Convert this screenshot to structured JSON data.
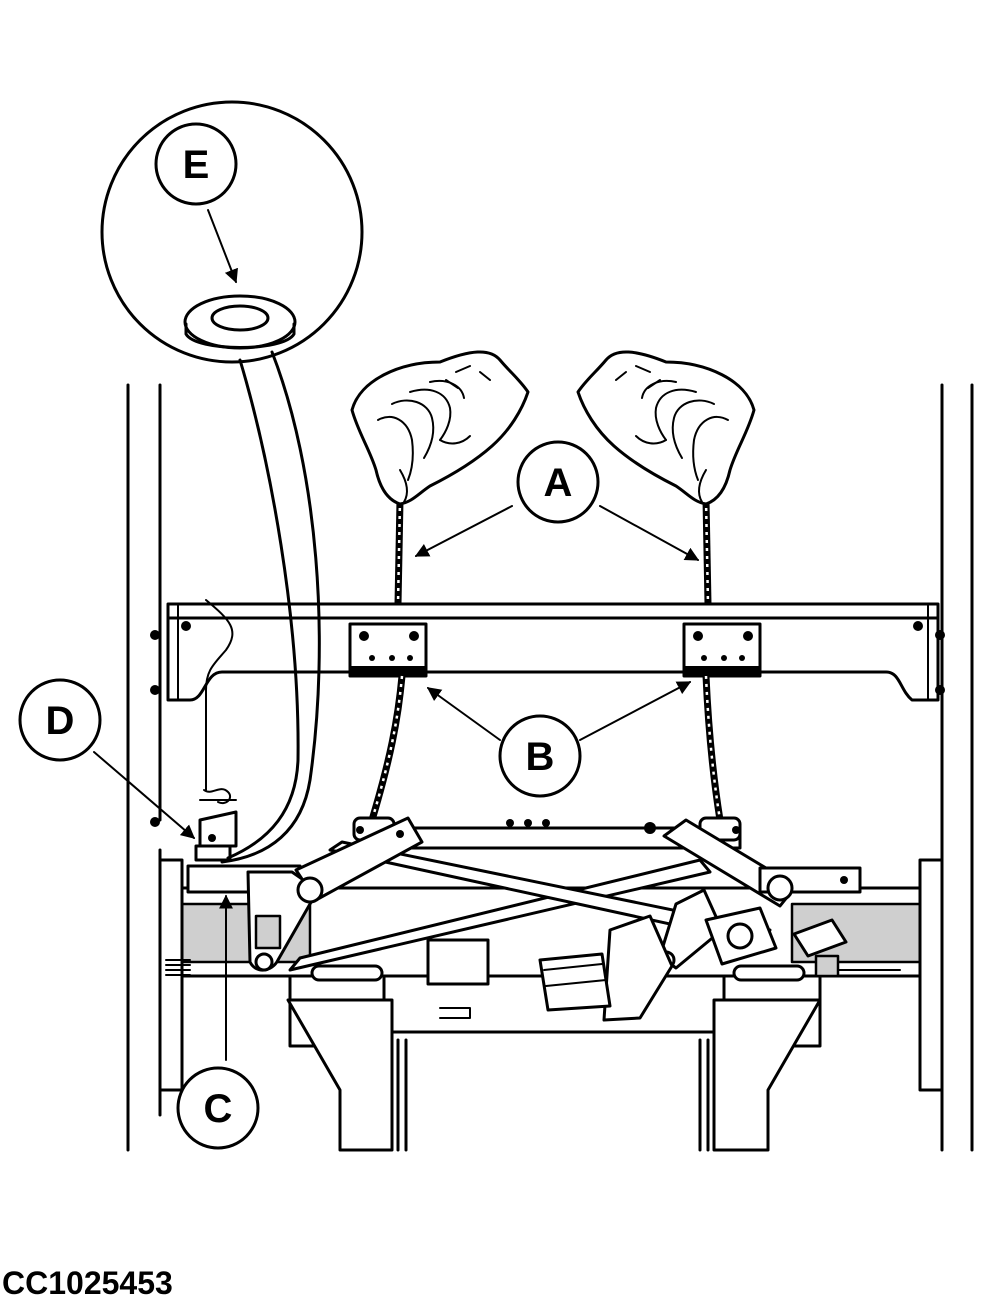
{
  "figure_id": "CC1025453",
  "callouts": {
    "a": "A",
    "b": "B",
    "c": "C",
    "d": "D",
    "e": "E"
  },
  "colors": {
    "line": "#000000",
    "background": "#ffffff",
    "shade": "#cfcfcf"
  }
}
